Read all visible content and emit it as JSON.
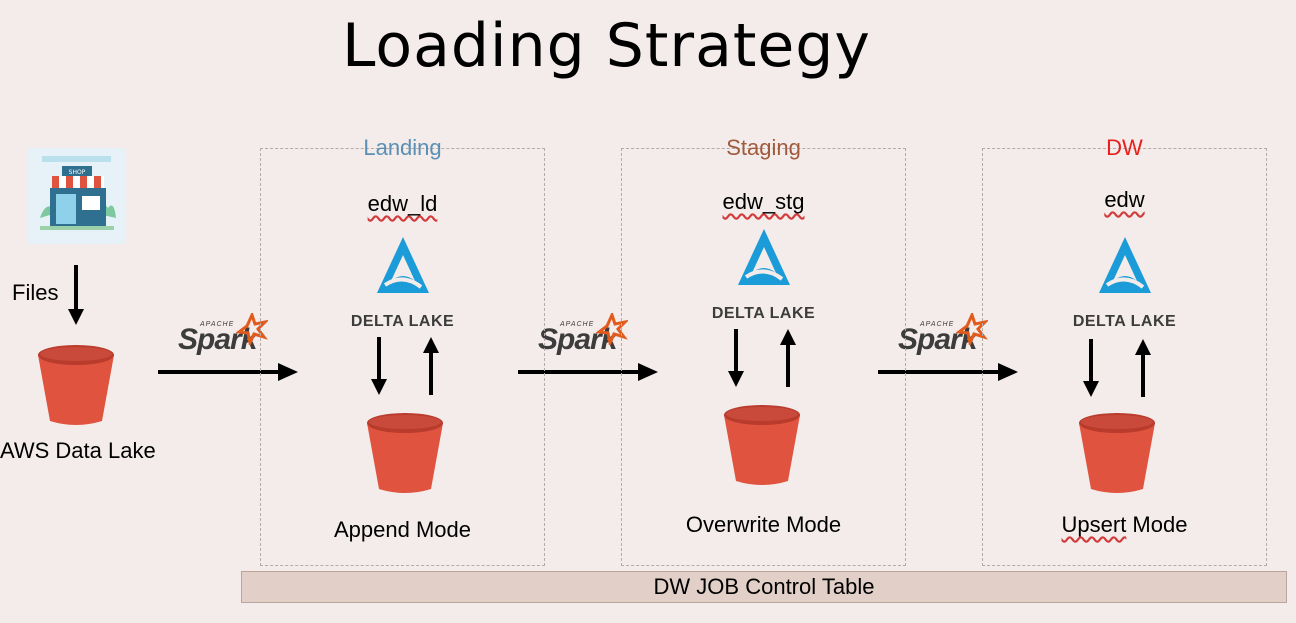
{
  "title": "Loading Strategy",
  "source": {
    "files_label": "Files",
    "lake_label": "AWS Data Lake"
  },
  "spark_logo": {
    "apache": "APACHE",
    "word": "Spark"
  },
  "delta_logo_text": "DELTA LAKE",
  "stages": [
    {
      "label": "Landing",
      "label_color": "#5b8fb5",
      "db": "edw_ld",
      "mode": "Append Mode"
    },
    {
      "label": "Staging",
      "label_color": "#a05a3c",
      "db": "edw_stg",
      "mode": "Overwrite Mode"
    },
    {
      "label": "DW",
      "label_color": "#e8201c",
      "db": "edw",
      "mode_prefix": "Upsert",
      "mode_suffix": " Mode"
    }
  ],
  "footer": "DW JOB Control Table",
  "colors": {
    "bucket": "#e0533f",
    "bucket_dark": "#b83b2c",
    "delta": "#1b9bd7",
    "spark_star": "#e25a1c"
  }
}
